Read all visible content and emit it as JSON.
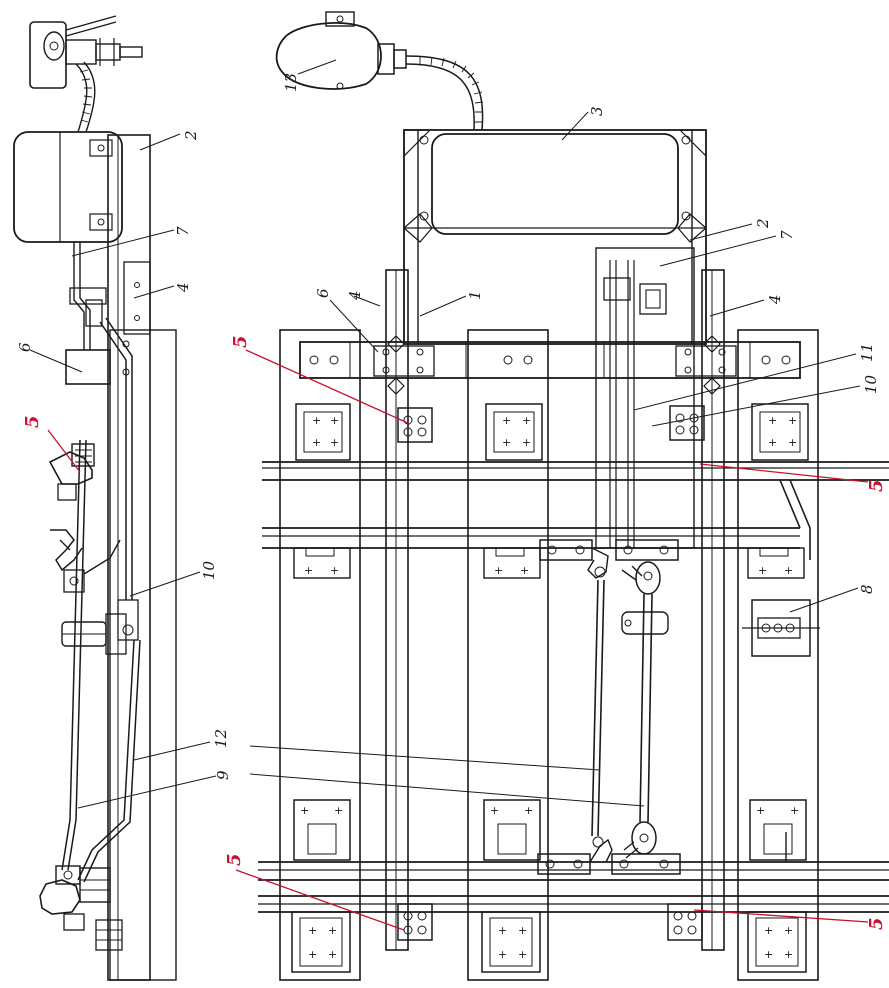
{
  "labels": {
    "l1": "1",
    "l2": "2",
    "l3": "3",
    "l4": "4",
    "l5": "5",
    "l6": "6",
    "l7": "7",
    "l8": "8",
    "l9": "9",
    "l10": "10",
    "l11": "11",
    "l12": "12",
    "l13": "13"
  },
  "colors": {
    "line": "#1a1a1a",
    "callout_red": "#c8102e"
  }
}
